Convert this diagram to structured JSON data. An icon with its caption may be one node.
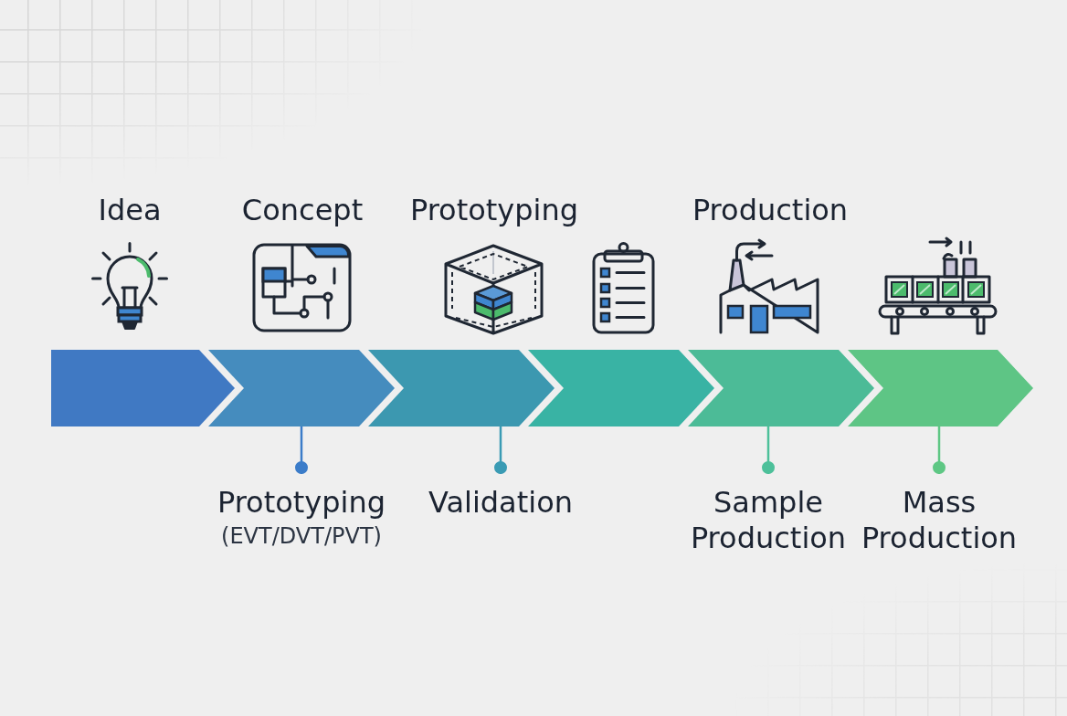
{
  "diagram": {
    "nodes": [
      {
        "text": [],
        "shape": "chevron"
      },
      {
        "text": [],
        "shape": "chevron"
      },
      {
        "text": [],
        "shape": "chevron"
      },
      {
        "text": [],
        "shape": "chevron"
      },
      {
        "text": [],
        "shape": "chevron"
      },
      {
        "text": [],
        "shape": "chevron"
      },
      {
        "text": [
          "Prototyping",
          "(EVT/DVT/PVT)"
        ]
      },
      {
        "text": [
          "Validation"
        ]
      },
      {
        "text": [
          "Sample Production"
        ]
      },
      {
        "text": [
          "Mass Production"
        ]
      }
    ],
    "edges": [
      {
        "from": 1,
        "to": 6,
        "arrow": "other",
        "color": "#3b7cc9"
      },
      {
        "from": 2,
        "to": 7,
        "arrow": "other",
        "color": "#3a9bb4"
      },
      {
        "from": 4,
        "to": 8,
        "arrow": "other",
        "color": "#4dc09a"
      },
      {
        "from": 5,
        "to": 9,
        "arrow": "other",
        "color": "#5ec784"
      }
    ],
    "labels": [
      "Idea",
      "Concept",
      "Prototyping",
      "Production"
    ]
  }
}
